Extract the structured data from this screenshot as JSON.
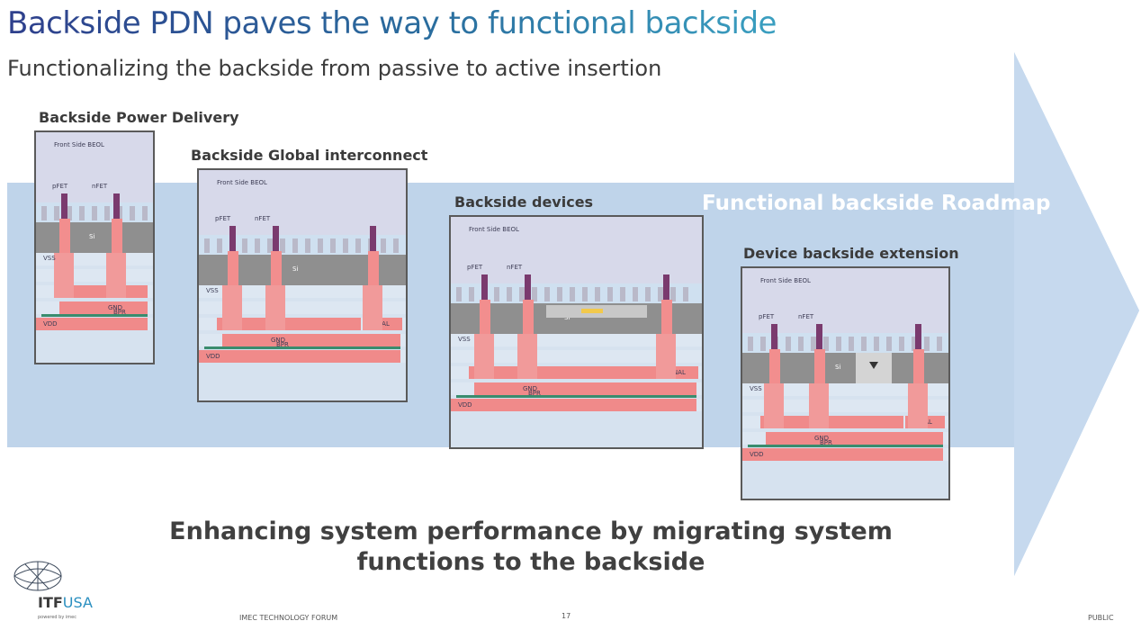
{
  "slide": {
    "title": "Backside PDN paves the way to functional backside",
    "subtitle": "Functionalizing the backside from passive to active insertion",
    "roadmap_label": "Functional backside Roadmap",
    "bottom_text": "Enhancing system performance by migrating system functions to the backside"
  },
  "panels": [
    {
      "label": "Backside Power Delivery",
      "beol": "Front Side BEOL",
      "pfet": "pFET",
      "nfet": "nFET",
      "si": "Si",
      "vss": "VSS",
      "gnd": "GND",
      "vdd": "VDD",
      "signal": "",
      "bpr": "BPR"
    },
    {
      "label": "Backside Global interconnect",
      "beol": "Front Side BEOL",
      "pfet": "pFET",
      "nfet": "nFET",
      "si": "Si",
      "vss": "VSS",
      "gnd": "GND",
      "vdd": "VDD",
      "signal": "SIGNAL",
      "bpr": "BPR"
    },
    {
      "label": "Backside devices",
      "beol": "Front Side BEOL",
      "pfet": "pFET",
      "nfet": "nFET",
      "si": "Si",
      "vss": "VSS",
      "gnd": "GND",
      "vdd": "VDD",
      "signal": "SIGNAL",
      "bpr": "BPR"
    },
    {
      "label": "Device backside extension",
      "beol": "Front Side BEOL",
      "pfet": "pFET",
      "nfet": "nFET",
      "si": "Si",
      "vss": "VSS",
      "gnd": "GND",
      "vdd": "VDD",
      "signal": "SIGNAL",
      "bpr": "BPR"
    }
  ],
  "footer": {
    "logo_text_a": "ITF",
    "logo_text_b": "USA",
    "logo_sub": "powered by imec",
    "forum": "IMEC TECHNOLOGY FORUM",
    "page": "17",
    "classification": "PUBLIC"
  },
  "colors": {
    "arrow": "#bfd4ea",
    "title_start": "#2e3f8c",
    "title_end": "#3a9fc0",
    "metal": "#f08a8a",
    "si": "#8f8f8f",
    "beol": "#d7d9ea",
    "via": "#7a3a6e"
  }
}
